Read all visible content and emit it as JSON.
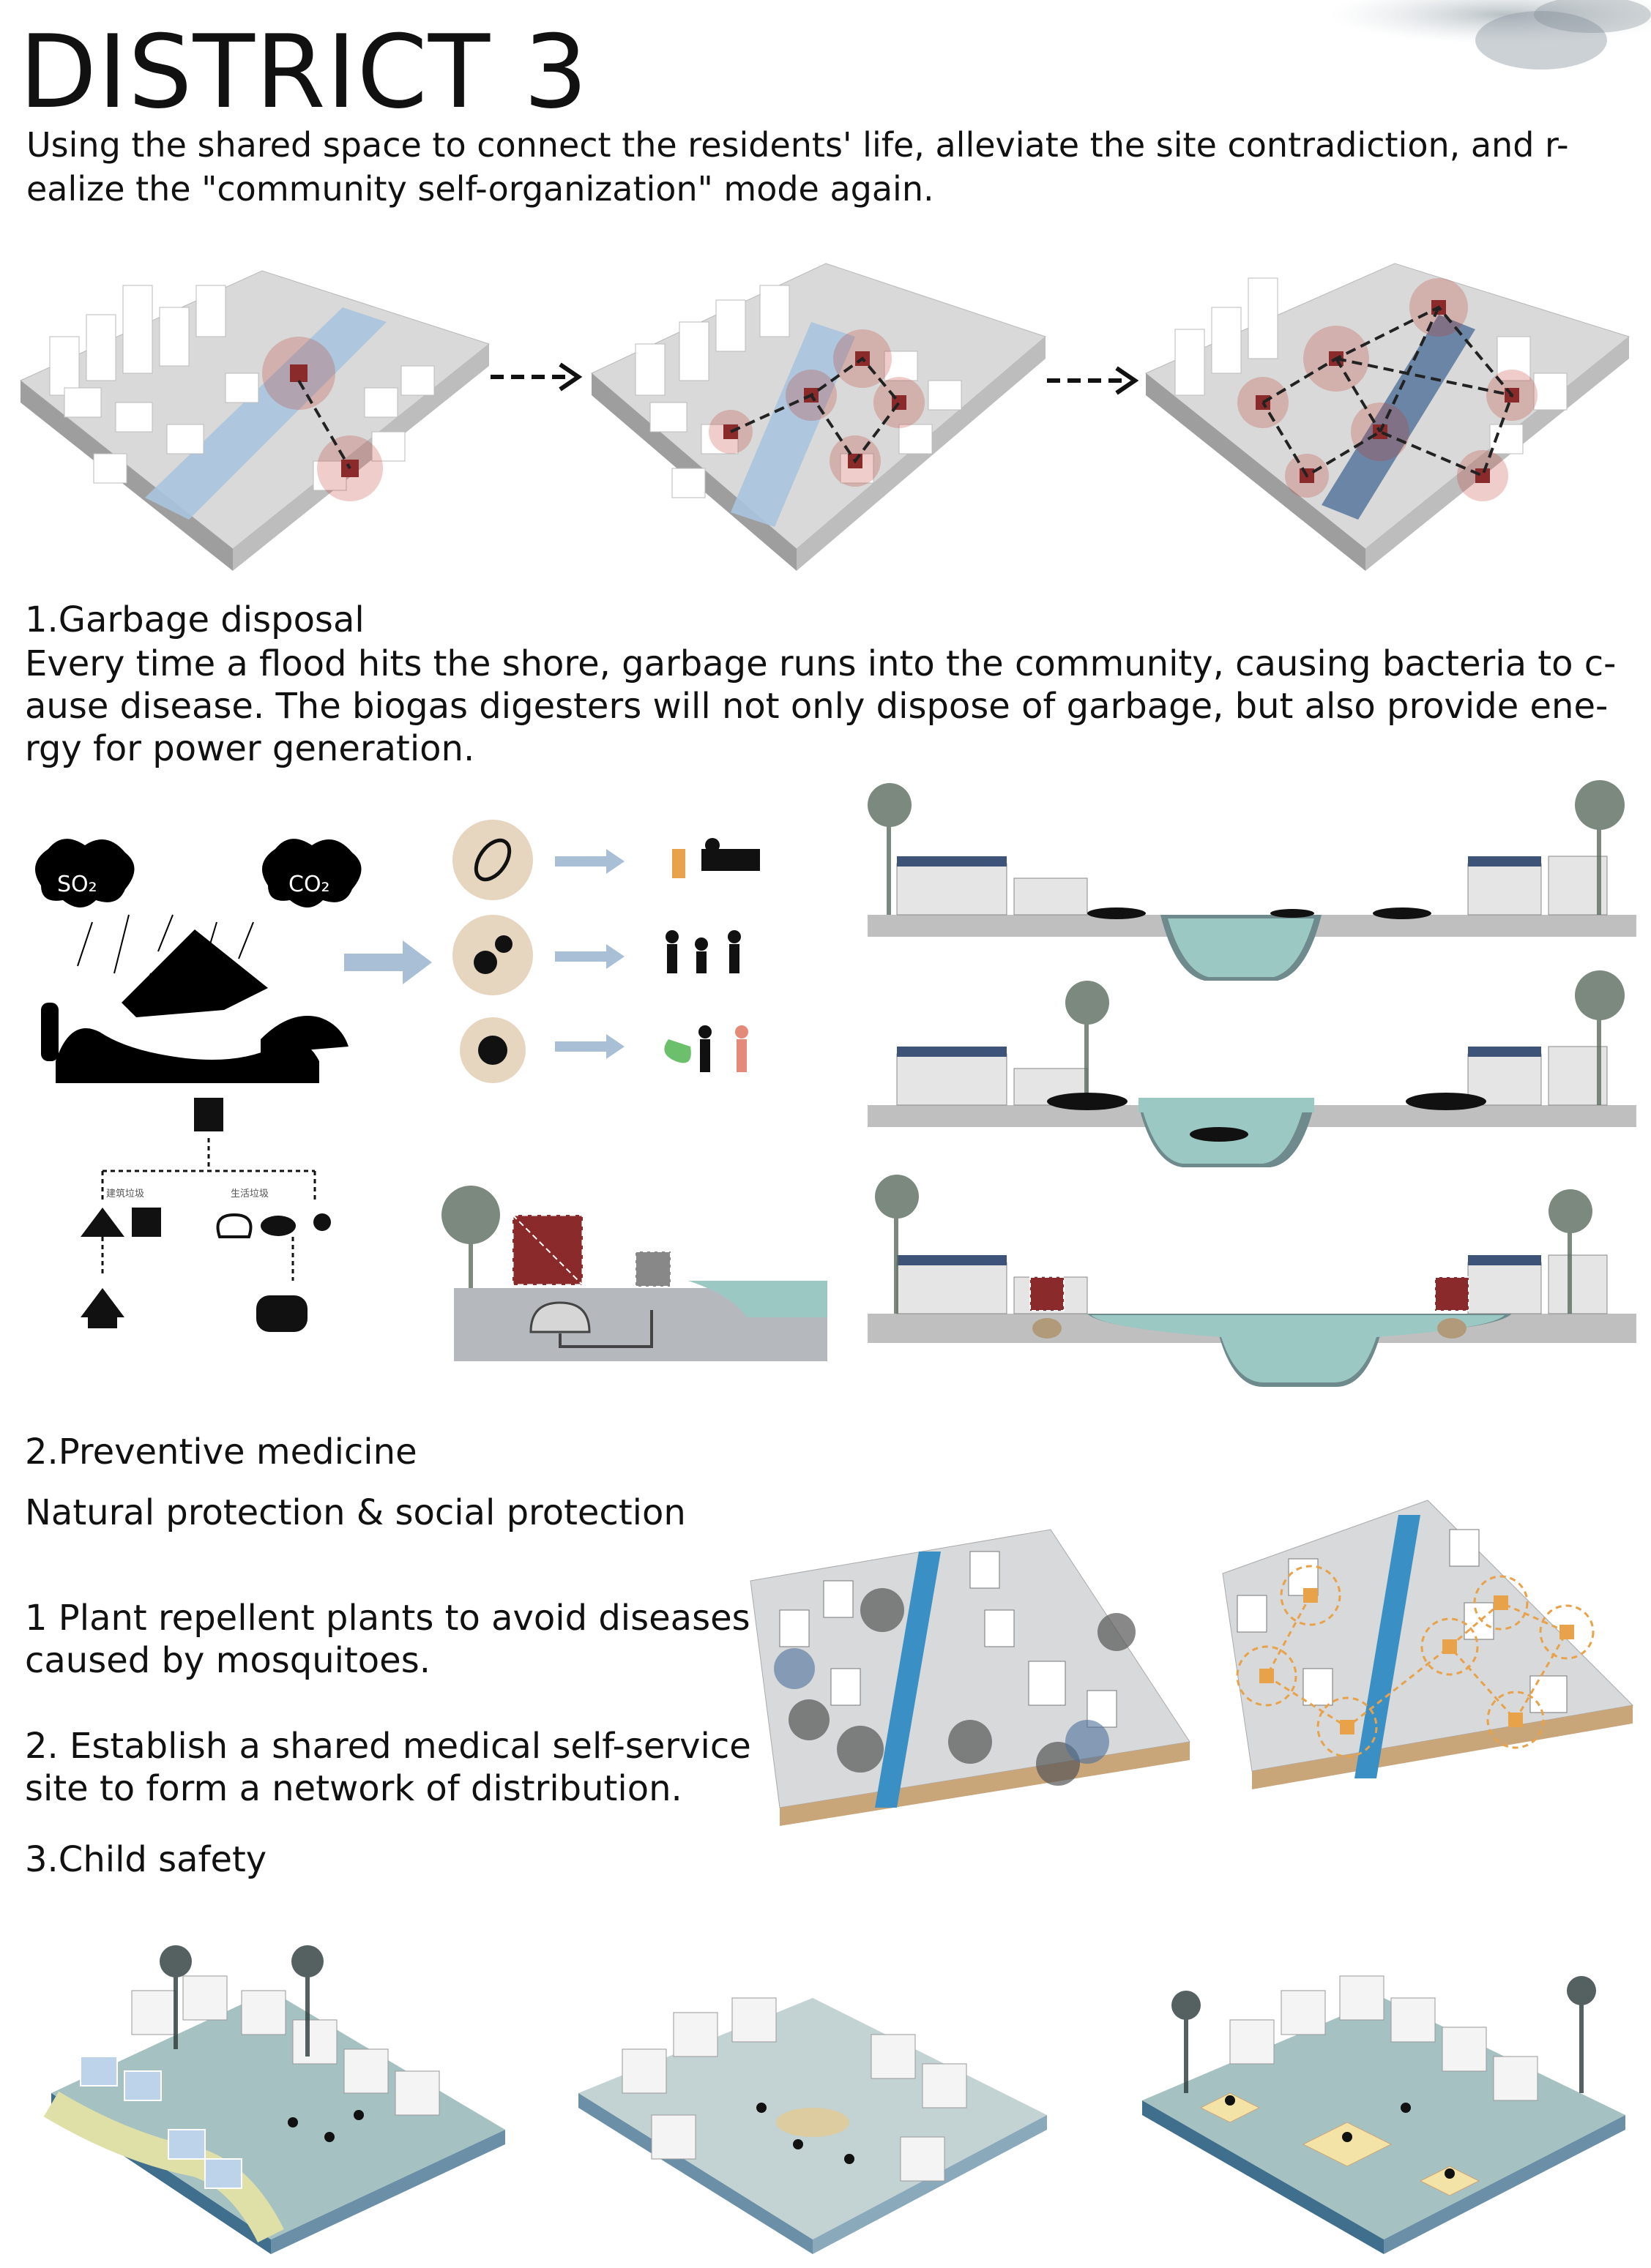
{
  "title": "DISTRICT 3",
  "intro": "Using the shared space to connect the residents' life, alleviate the site contradiction, and r-ealize the \"community self-organization\" mode again.",
  "sections": {
    "garbage": {
      "heading": "1.Garbage disposal",
      "body": "Every time a flood hits the shore, garbage runs into the community, causing bacteria to c-ause disease. The biogas digesters will not only dispose of garbage, but also provide ene-rgy for power generation.",
      "labels": {
        "so2": "SO₂",
        "co2": "CO₂",
        "construction_waste": "建筑垃圾",
        "domestic_waste": "生活垃圾"
      }
    },
    "medicine": {
      "heading": "2.Preventive medicine",
      "subheading": "Natural protection & social protection",
      "point1": "1 Plant repellent plants to avoid diseases caused by mosquitoes.",
      "point2": "2. Establish a shared medical  self-service site to form a network of distribution."
    },
    "child": {
      "heading": "3.Child safety"
    }
  },
  "colors": {
    "accent_red": "#8b2a2a",
    "river_blue": "#a9c4de",
    "water_teal": "#9cc8c4",
    "medical_orange": "#e8a24a",
    "icon_beige": "#e6d6bf",
    "arrow_blue": "#a9bfd6"
  },
  "icons": [
    "bacteria-icon",
    "gear-virus-icon",
    "virus-icon",
    "recycle-bin-icon",
    "arrow-right-icon"
  ]
}
